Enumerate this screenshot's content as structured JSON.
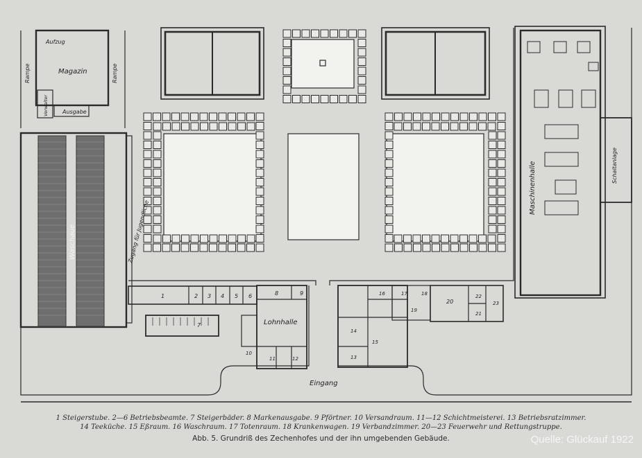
{
  "colors": {
    "paper": "#d9d9d6",
    "ink": "#2a2a2a",
    "fill_dark": "#6e6e6e",
    "fill_light": "#f2f2ef"
  },
  "labels": {
    "aufzug": "Aufzug",
    "magazin": "Magazin",
    "rampe": "Rampe",
    "verwalter": "Verwalter",
    "ausgabe": "Ausgabe",
    "waschaue": "Waschaue",
    "zugang": "Zugang für Jugendliche",
    "lohnhalle": "Lohnhalle",
    "eingang": "Eingang",
    "maschinenhalle": "Maschinenhalle",
    "schaltanlage": "Schaltanlage"
  },
  "room_numbers": [
    "1",
    "2",
    "3",
    "4",
    "5",
    "6",
    "7",
    "8",
    "9",
    "10",
    "11",
    "12",
    "13",
    "14",
    "15",
    "16",
    "17",
    "18",
    "19",
    "20",
    "21",
    "22",
    "23"
  ],
  "caption": {
    "line1": "1 Steigerstube.  2—6 Betriebsbeamte.  7 Steigerbäder.  8 Markenausgabe.  9 Pförtner.  10 Versandraum.  11—12 Schichtmeisterei.  13 Betriebsratzimmer.",
    "line2": "14 Teeküche.  15 Eßraum.  16 Waschraum.  17 Totenraum.  18 Krankenwagen.  19 Verbandzimmer.  20—23 Feuerwehr und Rettungstruppe.",
    "line3": "Abb. 5.  Grundriß des Zechenhofes und der ihn umgebenden Gebäude."
  },
  "credit": "Quelle: Glückauf 1922"
}
